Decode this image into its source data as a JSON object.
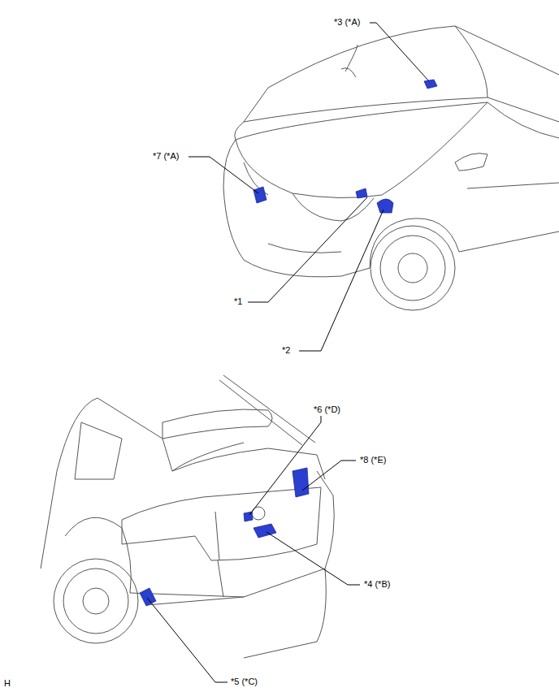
{
  "diagram": {
    "labels": [
      "*3 (*A)",
      "*7 (*A)",
      "*1",
      "*2",
      "*6 (*D)",
      "*8 (*E)",
      "*4 (*B)",
      "*5 (*C)",
      "H"
    ]
  }
}
